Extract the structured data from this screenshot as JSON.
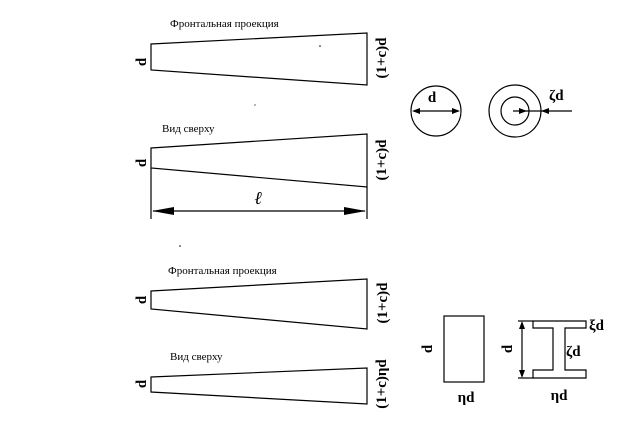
{
  "labels": {
    "frontal_top": "Фронтальная проекция",
    "top_view_top": "Вид сверху",
    "frontal_bottom": "Фронтальная проекция",
    "top_view_bottom": "Вид сверху",
    "d": "d",
    "one_plus_c_d": "(1+c)d",
    "one_plus_c_eta_d": "(1+c)ηd",
    "ell": "ℓ",
    "zeta_d": "ζd",
    "eta_d": "ηd",
    "xi_d": "ξd"
  }
}
